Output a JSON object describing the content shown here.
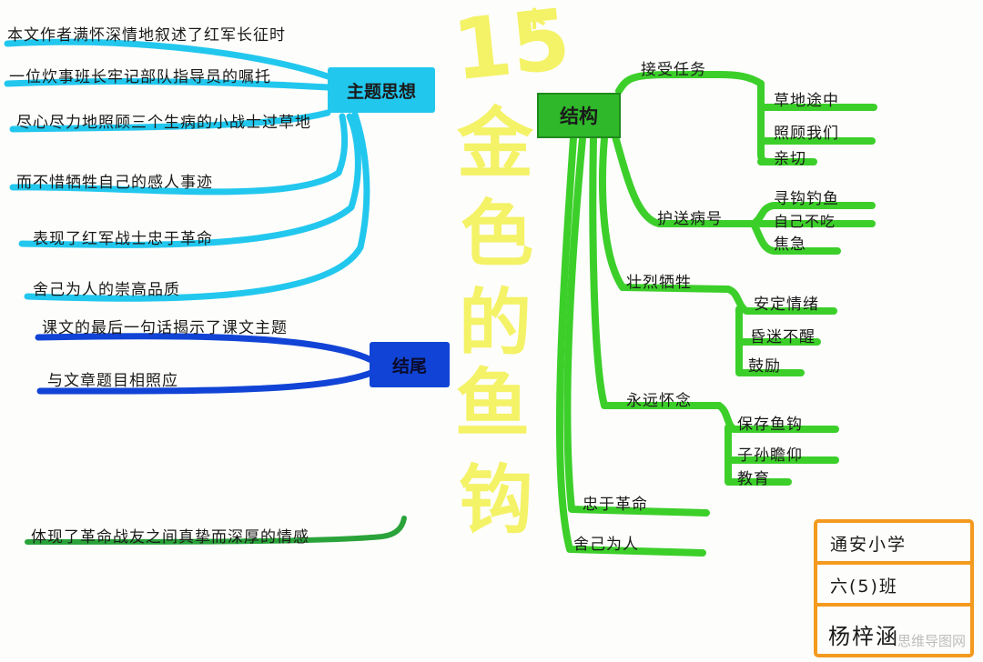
{
  "title": {
    "number": "15",
    "mark": "*",
    "chars": [
      "金",
      "色",
      "的",
      "鱼",
      "钩"
    ]
  },
  "theme": {
    "node": "主题思想",
    "items": [
      "本文作者满怀深情地叙述了红军长征时",
      "一位炊事班长牢记部队指导员的嘱托",
      "尽心尽力地照顾三个生病的小战士过草地",
      "而不惜牺牲自己的感人事迹",
      "表现了红军战士忠于革命",
      "舍己为人的崇高品质"
    ]
  },
  "ending": {
    "node": "结尾",
    "items": [
      "课文的最后一句话揭示了课文主题",
      "与文章题目相照应"
    ]
  },
  "bottom_note": "体现了革命战友之间真挚而深厚的情感",
  "structure": {
    "node": "结构",
    "branches": [
      {
        "label": "接受任务",
        "children": [
          "草地途中",
          "照顾我们",
          "亲切"
        ]
      },
      {
        "label": "护送病号",
        "children": [
          "寻钩钓鱼",
          "自己不吃",
          "焦急"
        ]
      },
      {
        "label": "壮烈牺牲",
        "children": [
          "安定情绪",
          "昏迷不醒",
          "鼓励"
        ]
      },
      {
        "label": "永远怀念",
        "children": [
          "保存鱼钩",
          "子孙瞻仰",
          "教育"
        ]
      },
      {
        "label": "忠于革命",
        "children": []
      },
      {
        "label": "舍己为人",
        "children": []
      }
    ]
  },
  "info": {
    "school": "通安小学",
    "class": "六(5)班",
    "name": "杨梓涵"
  },
  "watermark": "思维导图网",
  "colors": {
    "theme": "#22c7ee",
    "ending": "#1144d6",
    "structure": "#3ccf2a",
    "bottom": "#2aa33a",
    "title": "#f4f266",
    "info": "#f39a1f"
  }
}
